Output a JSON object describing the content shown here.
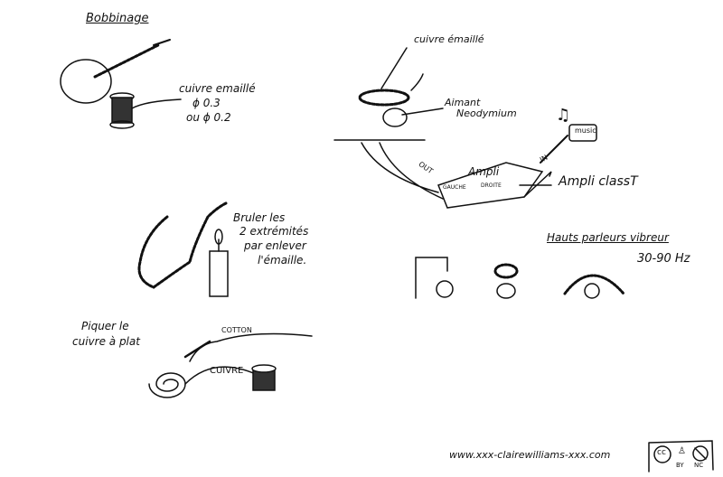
{
  "bobinage": {
    "title": "Bobbinage",
    "wire_label": "cuivre emaillé",
    "diameter_1": "ϕ 0.3",
    "diameter_2": "ou ϕ 0.2"
  },
  "burn": {
    "line1": "Bruler les",
    "line2": "2 extrémités",
    "line3": "par enlever",
    "line4": "l'émaille."
  },
  "stitch": {
    "line1": "Piquer le",
    "line2": "cuivre à plat",
    "cotton": "COTTON",
    "cuivre": "CUIVRE"
  },
  "setup": {
    "wire_label": "cuivre émaillé",
    "magnet_line1": "Aimant",
    "magnet_line2": "Neodymium",
    "out": "OUT",
    "in": "IN",
    "ampli": "Ampli",
    "left": "GAUCHE",
    "right": "DROITE",
    "music": "music",
    "amp_class": "Ampli classT"
  },
  "speakers": {
    "title": "Hauts parleurs vibreur",
    "freq": "30-90 Hz"
  },
  "footer": {
    "url": "www.xxx-clairewilliams-xxx.com",
    "cc": "cc",
    "by": "BY",
    "nc": "NC"
  }
}
